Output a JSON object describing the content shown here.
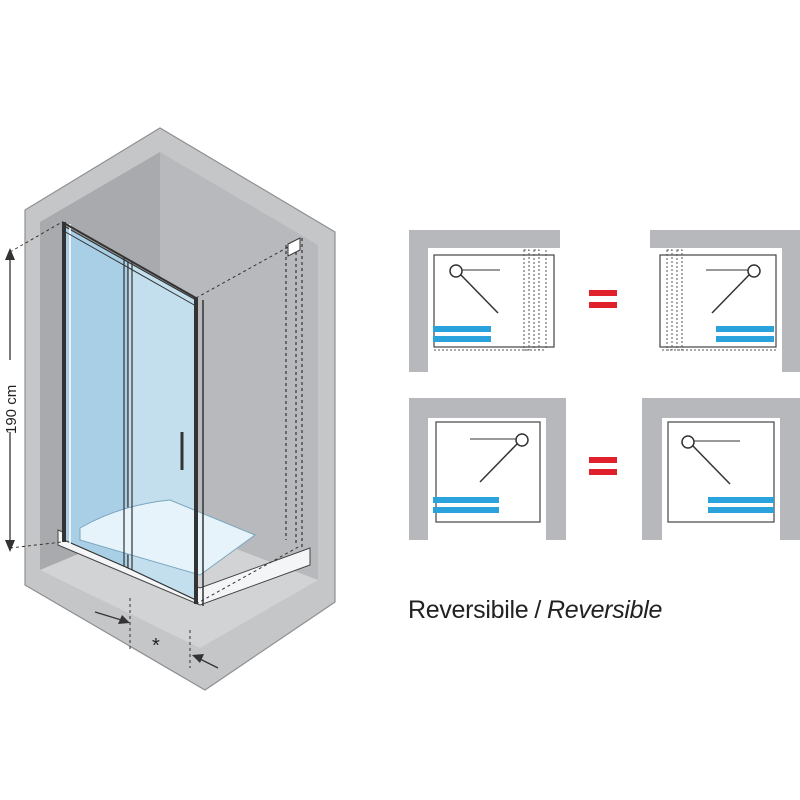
{
  "dimension": {
    "height_label": "190 cm",
    "asterisk": "*"
  },
  "caption": {
    "it": "Reversibile",
    "separator": "/",
    "en": "Reversible"
  },
  "equals_sign": "=",
  "colors": {
    "wall_gray": "#c5c6c8",
    "wall_dark": "#b3b4b7",
    "glass_blue": "#a9cfe6",
    "door_blue_marker": "#2aa3dc",
    "equals_red": "#e0202a",
    "line": "#333333"
  },
  "variants": [
    {
      "row": 1,
      "side": "left",
      "valve_corner": "top-left",
      "door_side": "left",
      "fixed_panel": "right"
    },
    {
      "row": 1,
      "side": "right",
      "valve_corner": "top-right",
      "door_side": "right",
      "fixed_panel": "left"
    },
    {
      "row": 2,
      "side": "left",
      "valve_corner": "top-right",
      "door_side": "left"
    },
    {
      "row": 2,
      "side": "right",
      "valve_corner": "top-left",
      "door_side": "right"
    }
  ]
}
